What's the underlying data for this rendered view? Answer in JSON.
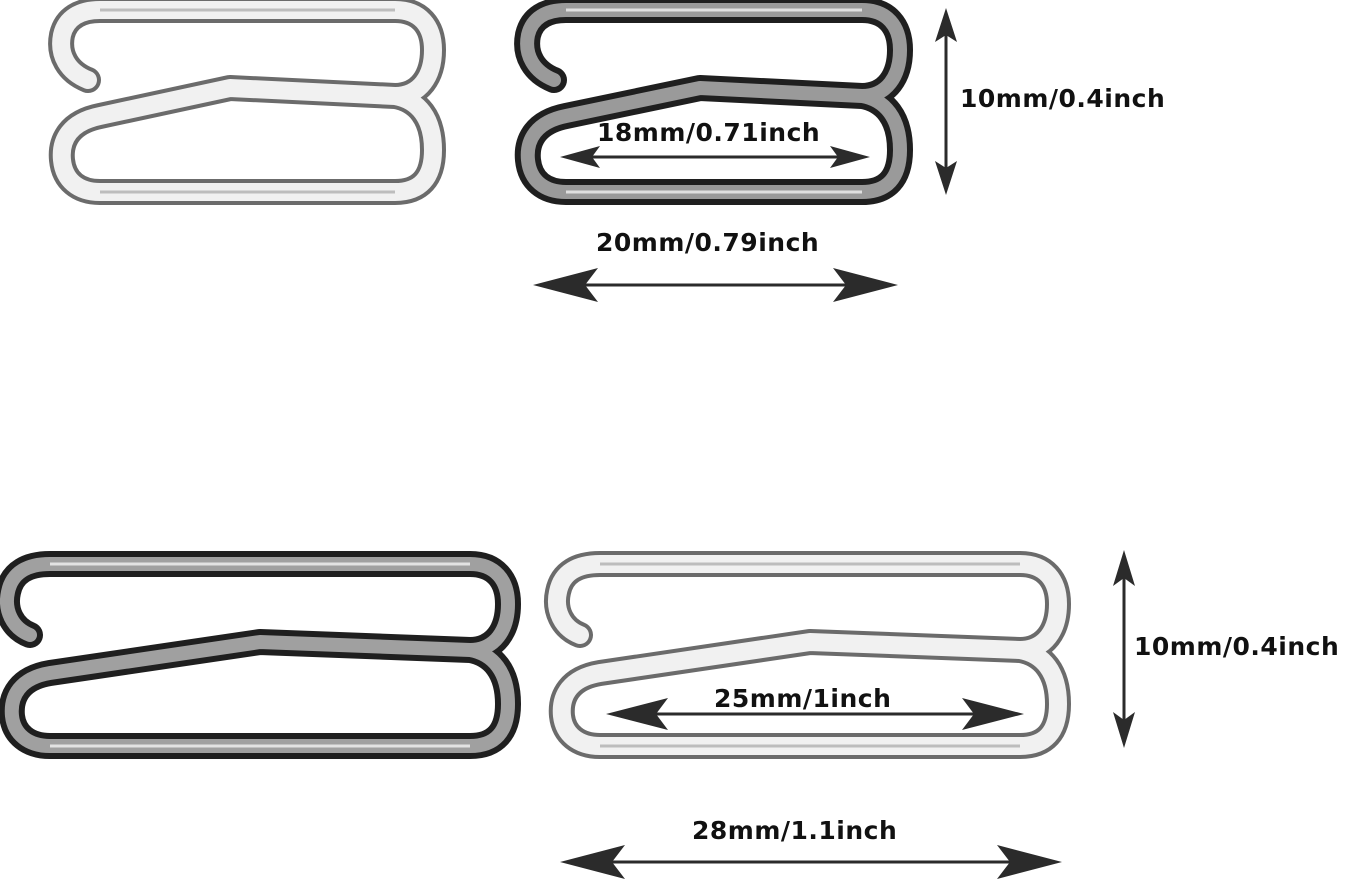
{
  "colors": {
    "silver_light": "#f4f4f4",
    "silver_mid": "#c9c9c9",
    "silver_dark": "#6a6a6a",
    "gunmetal_light": "#b8b8b8",
    "gunmetal_dark": "#262626",
    "arrow": "#2b2b2b",
    "text": "#111111"
  },
  "small_set": {
    "height_label": "10mm/0.4inch",
    "inner_width_label": "18mm/0.71inch",
    "outer_width_label": "20mm/0.79inch"
  },
  "large_set": {
    "height_label": "10mm/0.4inch",
    "inner_width_label": "25mm/1inch",
    "outer_width_label": "28mm/1.1inch"
  }
}
